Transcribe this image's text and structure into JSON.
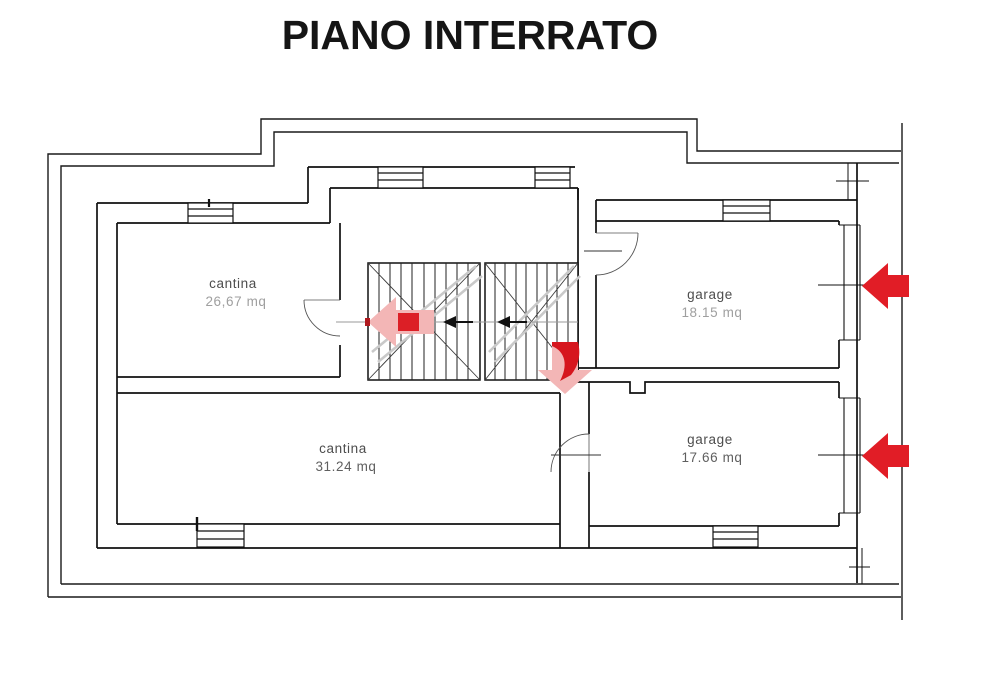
{
  "title": "PIANO INTERRATO",
  "floor_plan": {
    "rooms": [
      {
        "name": "cantina",
        "area": "26,67 mq"
      },
      {
        "name": "cantina",
        "area": "31.24 mq"
      },
      {
        "name": "garage",
        "area": "18.15 mq"
      },
      {
        "name": "garage",
        "area": "17.66 mq"
      }
    ]
  },
  "colors": {
    "accent_red": "#e11d26",
    "dark_red": "#c9151d",
    "soft_pink": "#f3b6b6",
    "wall": "#111111",
    "boundary": "#1a1a1a",
    "label": "#4d4d4d",
    "label_muted": "#9f9f9f",
    "background": "#ffffff"
  }
}
